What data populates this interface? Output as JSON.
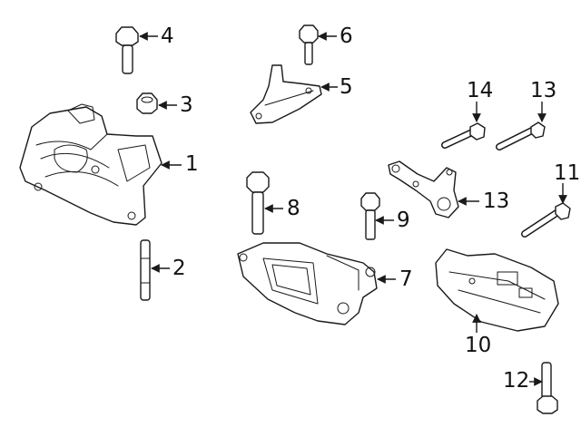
{
  "callouts": [
    {
      "key": "c1",
      "label": "1"
    },
    {
      "key": "c2",
      "label": "2"
    },
    {
      "key": "c3",
      "label": "3"
    },
    {
      "key": "c4",
      "label": "4"
    },
    {
      "key": "c5",
      "label": "5"
    },
    {
      "key": "c6",
      "label": "6"
    },
    {
      "key": "c7",
      "label": "7"
    },
    {
      "key": "c8",
      "label": "8"
    },
    {
      "key": "c9",
      "label": "9"
    },
    {
      "key": "c10",
      "label": "10"
    },
    {
      "key": "c11",
      "label": "11"
    },
    {
      "key": "c12",
      "label": "12"
    },
    {
      "key": "c13a",
      "label": "13"
    },
    {
      "key": "c13b",
      "label": "13"
    },
    {
      "key": "c14",
      "label": "14"
    }
  ],
  "colors": {
    "line": "#1a1a1a",
    "background": "#ffffff"
  }
}
